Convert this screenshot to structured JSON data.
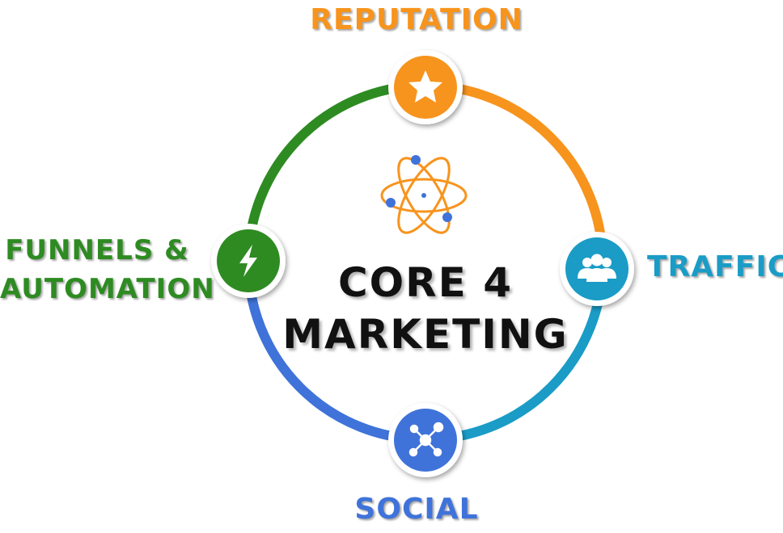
{
  "center": {
    "line1": "CORE 4",
    "line2": "MARKETING"
  },
  "segments": [
    {
      "key": "reputation",
      "label": "REPUTATION",
      "color": "#f7941d",
      "icon": "star-icon"
    },
    {
      "key": "traffic",
      "label": "TRAFFIC",
      "color": "#1a9cc6",
      "icon": "people-group-icon"
    },
    {
      "key": "social",
      "label": "SOCIAL",
      "color": "#3f73d9",
      "icon": "network-icon"
    },
    {
      "key": "funnels",
      "label_line1": "FUNNELS &",
      "label_line2": "AUTOMATION",
      "color": "#2e8b22",
      "icon": "lightning-icon"
    }
  ],
  "center_icon": "atom-icon",
  "atom_color": "#f7941d",
  "atom_dot_color": "#3f73d9"
}
